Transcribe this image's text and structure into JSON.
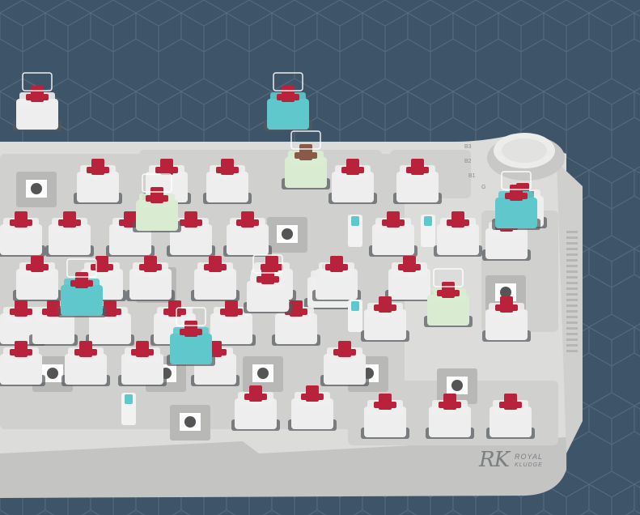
{
  "colors": {
    "background": "#3e5468",
    "pattern_line": "#536b80",
    "plate": "#e4e4e2",
    "plate_shadow": "#c9c9c7",
    "plate_dark": "#b8b8b6",
    "switch_red_stem": "#b8233b",
    "switch_white_housing": "#eeeeee",
    "switch_cyan_housing": "#5ec8cc",
    "switch_mint_housing": "#d9ecd2",
    "switch_brown_stem": "#8a5a48",
    "switch_dark_base": "#54585c"
  },
  "brand": {
    "logo_text": "RK",
    "line1": "ROYAL",
    "line2": "KLUDGE"
  },
  "mode_labels": [
    "B3",
    "B2",
    "B1",
    "G"
  ],
  "knob": {
    "icon": "rotary-knob-icon"
  }
}
